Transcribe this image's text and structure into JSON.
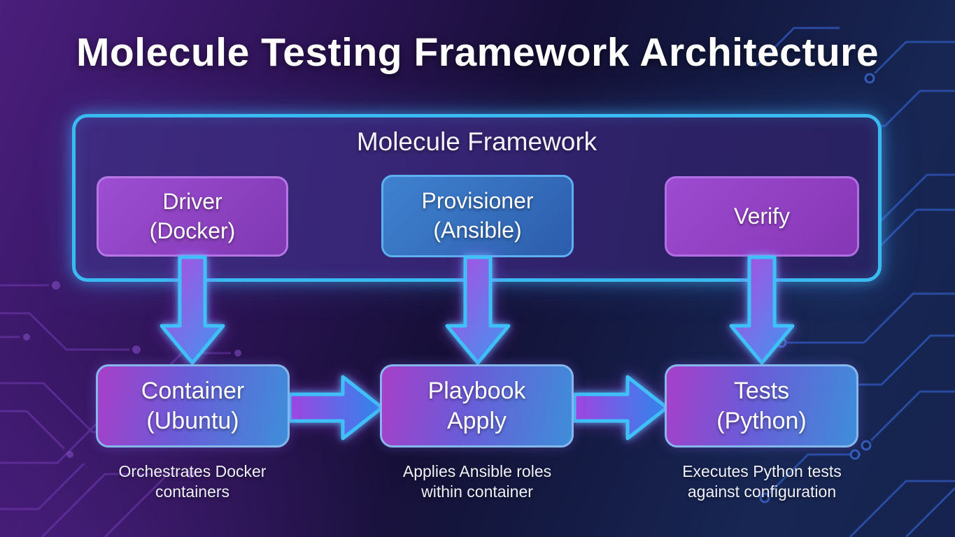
{
  "title": "Molecule Testing Framework Architecture",
  "framework": {
    "label": "Molecule Framework",
    "components": {
      "driver": {
        "label": "Driver\n(Docker)"
      },
      "provisioner": {
        "label": "Provisioner\n(Ansible)"
      },
      "verify": {
        "label": "Verify"
      }
    }
  },
  "pipeline": {
    "container": {
      "label": "Container\n(Ubuntu)",
      "caption": "Orchestrates Docker\ncontainers"
    },
    "playbook": {
      "label": "Playbook\nApply",
      "caption": "Applies Ansible roles\nwithin container"
    },
    "tests": {
      "label": "Tests\n(Python)",
      "caption": "Executes Python tests\nagainst configuration"
    }
  },
  "colors": {
    "accent_cyan": "#3fc0f8",
    "frame_fill": "#372575",
    "driver_purple": "#9d4ed2",
    "provisioner_blue": "#3f82cf",
    "verify_purple": "#9d4bd0",
    "stage_gradient_start": "#a73fc8",
    "stage_gradient_end": "#3e8ed9",
    "bg_purple": "#4a1e7c",
    "bg_navy": "#15234e",
    "circuit_purple": "#7a43bf",
    "circuit_blue": "#2e55b5"
  }
}
